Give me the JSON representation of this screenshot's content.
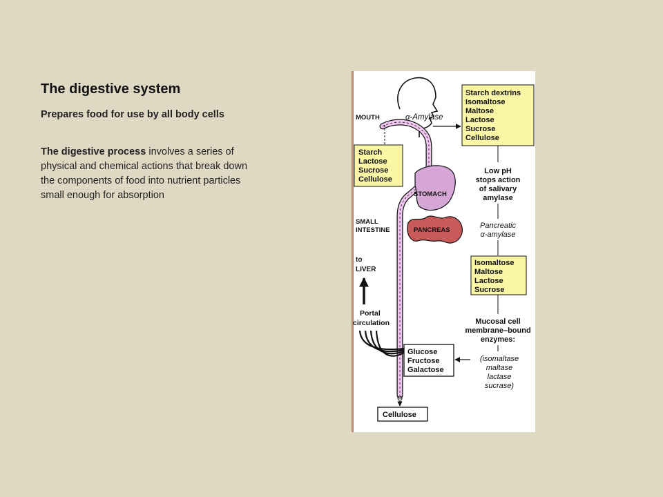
{
  "slide": {
    "title": "The digestive system",
    "subtitle": "Prepares food for use by all body cells",
    "body_bold": "The digestive process",
    "body_rest": " involves a series of physical and chemical actions that break down the components of food into nutrient particles small enough for absorption"
  },
  "diagram": {
    "organs": {
      "mouth": "MOUTH",
      "stomach": "STOMACH",
      "small_intestine_1": "SMALL",
      "small_intestine_2": "INTESTINE",
      "pancreas": "PANCREAS"
    },
    "enzyme_salivary": "α-Amylase",
    "box_mouth_sugars": [
      "Starch dextrins",
      "Isomaltose",
      "Maltose",
      "Lactose",
      "Sucrose",
      "Cellulose"
    ],
    "box_ingested": [
      "Starch",
      "Lactose",
      "Sucrose",
      "Cellulose"
    ],
    "low_ph": [
      "Low pH",
      "stops action",
      "of salivary",
      "amylase"
    ],
    "pancreatic_amylase": [
      "Pancreatic",
      "α-amylase"
    ],
    "box_intestine_sugars": [
      "Isomaltose",
      "Maltose",
      "Lactose",
      "Sucrose"
    ],
    "mucosal": [
      "Mucosal cell",
      "membrane–bound",
      "enzymes:"
    ],
    "enzymes_list": [
      "(isomaltase",
      "maltase",
      "lactase",
      "sucrase)"
    ],
    "box_monosaccharides": [
      "Glucose",
      "Fructose",
      "Galactose"
    ],
    "to_liver": [
      "to",
      "LIVER"
    ],
    "portal": [
      "Portal",
      "circulation"
    ],
    "box_cellulose": "Cellulose",
    "colors": {
      "yellow_box": "#fbf6a6",
      "stomach": "#d6a6d6",
      "pancreas": "#c85a5a",
      "tract": "#f0c6ee",
      "border": "#b58a6e"
    }
  }
}
